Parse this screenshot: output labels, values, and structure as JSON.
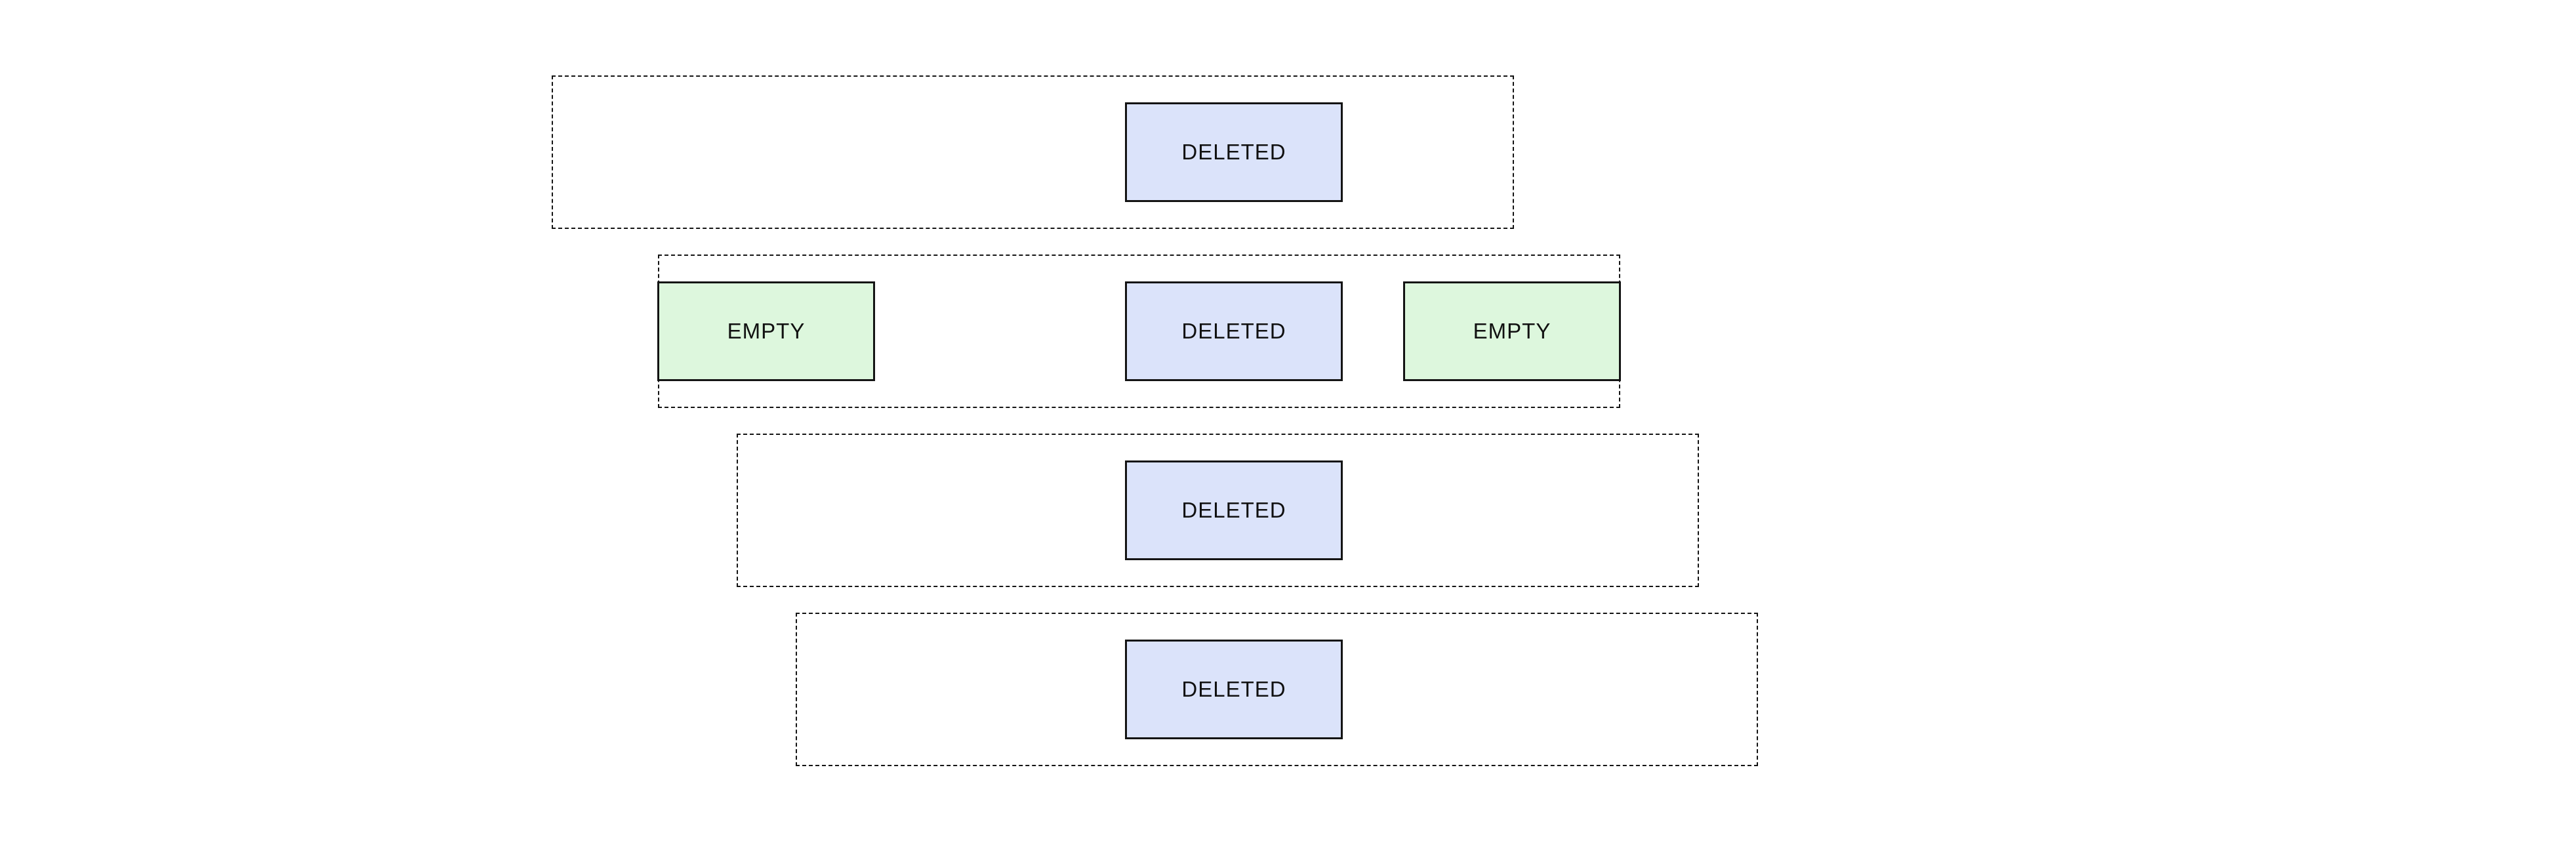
{
  "colors": {
    "deleted_fill": "#dbe3fa",
    "empty_fill": "#ddf7dd",
    "solid_border": "#141414",
    "dashed_border": "#141414",
    "text": "#111111",
    "background": "#ffffff"
  },
  "rows": [
    {
      "boxes": [
        {
          "type": "deleted",
          "label": "DELETED"
        }
      ]
    },
    {
      "boxes": [
        {
          "type": "empty",
          "label": "EMPTY"
        },
        {
          "type": "deleted",
          "label": "DELETED"
        },
        {
          "type": "empty",
          "label": "EMPTY"
        }
      ]
    },
    {
      "boxes": [
        {
          "type": "deleted",
          "label": "DELETED"
        }
      ]
    },
    {
      "boxes": [
        {
          "type": "deleted",
          "label": "DELETED"
        }
      ]
    }
  ]
}
